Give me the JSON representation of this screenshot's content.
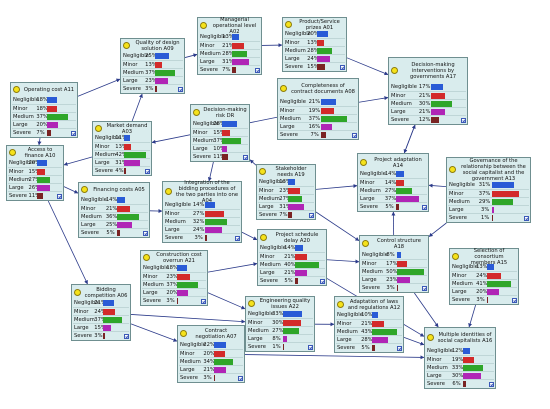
{
  "states": [
    "Negligible",
    "Minor",
    "Medium",
    "Large",
    "Severe"
  ],
  "state_colors": [
    "#2a5bd6",
    "#d32a2a",
    "#2fa629",
    "#b025b6",
    "#7a2323"
  ],
  "nodes": [
    {
      "id": "A11",
      "title": "Operating cost A11",
      "values": [
        18,
        18,
        37,
        20,
        7
      ]
    },
    {
      "id": "A09",
      "title": "Quality of design solution A09",
      "values": [
        25,
        13,
        37,
        23,
        3
      ]
    },
    {
      "id": "A02",
      "title": "Managerial operational level A02",
      "values": [
        13,
        21,
        28,
        31,
        7
      ]
    },
    {
      "id": "A01",
      "title": "Product/Service prizes A01",
      "values": [
        20,
        13,
        28,
        24,
        15
      ]
    },
    {
      "id": "A17",
      "title": "Decision-making interventions by governments A17",
      "values": [
        17,
        21,
        30,
        21,
        12
      ]
    },
    {
      "id": "A08",
      "title": "Completeness of contract documents A08",
      "values": [
        21,
        19,
        37,
        16,
        7
      ]
    },
    {
      "id": "A10",
      "title": "Access to finance A10",
      "values": [
        20,
        15,
        27,
        26,
        11
      ]
    },
    {
      "id": "A03",
      "title": "Market demand A03",
      "values": [
        11,
        13,
        42,
        31,
        4
      ]
    },
    {
      "id": "DR",
      "title": "Decision-making risk DR",
      "values": [
        28,
        15,
        37,
        10,
        11
      ]
    },
    {
      "id": "A05",
      "title": "Financing costs A05",
      "values": [
        14,
        21,
        36,
        25,
        5
      ]
    },
    {
      "id": "A04",
      "title": "Integration of the bidding procedures of the two parties into one A04",
      "values": [
        14,
        27,
        32,
        24,
        3
      ]
    },
    {
      "id": "A19",
      "title": "Stakeholder needs A19",
      "values": [
        13,
        23,
        27,
        31,
        7
      ]
    },
    {
      "id": "A14",
      "title": "Project adaptation A14",
      "values": [
        14,
        14,
        27,
        37,
        5
      ]
    },
    {
      "id": "A13",
      "title": "Governance of the relationship between the social capitalist and the government A13",
      "values": [
        31,
        37,
        29,
        3,
        1
      ]
    },
    {
      "id": "A21",
      "title": "Construction cost overrun A21",
      "values": [
        18,
        23,
        37,
        20,
        3
      ]
    },
    {
      "id": "A20",
      "title": "Project schedule delay A20",
      "values": [
        14,
        21,
        40,
        21,
        5
      ]
    },
    {
      "id": "A18",
      "title": "Control structure A18",
      "values": [
        8,
        17,
        50,
        23,
        3
      ]
    },
    {
      "id": "A15",
      "title": "Selection of consortium members A15",
      "values": [
        13,
        24,
        41,
        20,
        3
      ]
    },
    {
      "id": "A06",
      "title": "Bidding competition A06",
      "values": [
        21,
        24,
        37,
        15,
        3
      ]
    },
    {
      "id": "A22",
      "title": "Engineering quality issues A22",
      "values": [
        33,
        30,
        27,
        8,
        1
      ]
    },
    {
      "id": "A12",
      "title": "Adaptation of laws and regulations A12",
      "values": [
        10,
        21,
        43,
        28,
        5
      ]
    },
    {
      "id": "A07",
      "title": "Contract negotiation A07",
      "values": [
        22,
        20,
        34,
        21,
        3
      ]
    },
    {
      "id": "A16",
      "title": "Multiple identities of social capitalists A16",
      "values": [
        12,
        19,
        33,
        30,
        6
      ]
    }
  ],
  "edges": [
    [
      "A11",
      "A09"
    ],
    [
      "A09",
      "A02"
    ],
    [
      "A02",
      "A01"
    ],
    [
      "A01",
      "A17"
    ],
    [
      "A08",
      "A17"
    ],
    [
      "A11",
      "A10"
    ],
    [
      "A10",
      "A05"
    ],
    [
      "A10",
      "A06"
    ],
    [
      "A03",
      "A09"
    ],
    [
      "A03",
      "A10"
    ],
    [
      "DR",
      "A04"
    ],
    [
      "A19",
      "DR"
    ],
    [
      "A19",
      "A14"
    ],
    [
      "A17",
      "A14"
    ],
    [
      "A13",
      "A14"
    ],
    [
      "A13",
      "A18"
    ],
    [
      "A21",
      "A20"
    ],
    [
      "A20",
      "A18"
    ],
    [
      "A18",
      "A14"
    ],
    [
      "A15",
      "A16"
    ],
    [
      "A06",
      "A07"
    ],
    [
      "A22",
      "A12"
    ],
    [
      "A12",
      "A16"
    ],
    [
      "A18",
      "A16"
    ],
    [
      "A07",
      "A16"
    ],
    [
      "A08",
      "A03"
    ],
    [
      "A21",
      "A22"
    ],
    [
      "A05",
      "A04"
    ],
    [
      "A04",
      "A20"
    ],
    [
      "A06",
      "A22"
    ],
    [
      "A20",
      "A16"
    ],
    [
      "A19",
      "A18"
    ],
    [
      "A14",
      "A17"
    ]
  ]
}
